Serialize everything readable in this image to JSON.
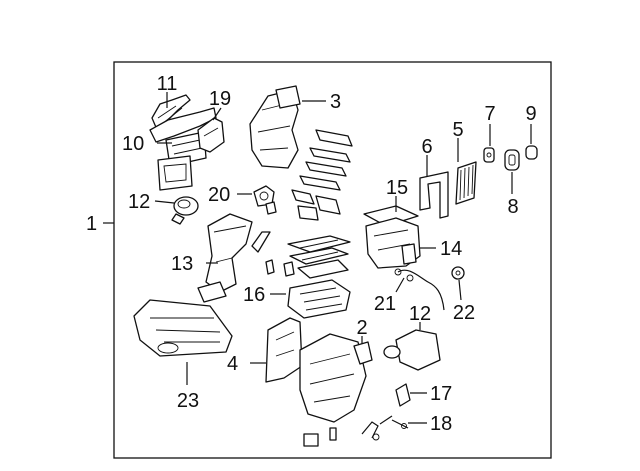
{
  "assembly_label": "1",
  "callouts": [
    {
      "id": "c11",
      "label": "11"
    },
    {
      "id": "c19",
      "label": "19"
    },
    {
      "id": "c3",
      "label": "3"
    },
    {
      "id": "c10",
      "label": "10"
    },
    {
      "id": "c7",
      "label": "7"
    },
    {
      "id": "c9",
      "label": "9"
    },
    {
      "id": "c5",
      "label": "5"
    },
    {
      "id": "c6",
      "label": "6"
    },
    {
      "id": "c8",
      "label": "8"
    },
    {
      "id": "c15",
      "label": "15"
    },
    {
      "id": "c12a",
      "label": "12"
    },
    {
      "id": "c20",
      "label": "20"
    },
    {
      "id": "c13",
      "label": "13"
    },
    {
      "id": "c14",
      "label": "14"
    },
    {
      "id": "c16",
      "label": "16"
    },
    {
      "id": "c21",
      "label": "21"
    },
    {
      "id": "c22",
      "label": "22"
    },
    {
      "id": "c2",
      "label": "2"
    },
    {
      "id": "c12b",
      "label": "12"
    },
    {
      "id": "c4",
      "label": "4"
    },
    {
      "id": "c23",
      "label": "23"
    },
    {
      "id": "c17",
      "label": "17"
    },
    {
      "id": "c18",
      "label": "18"
    }
  ]
}
